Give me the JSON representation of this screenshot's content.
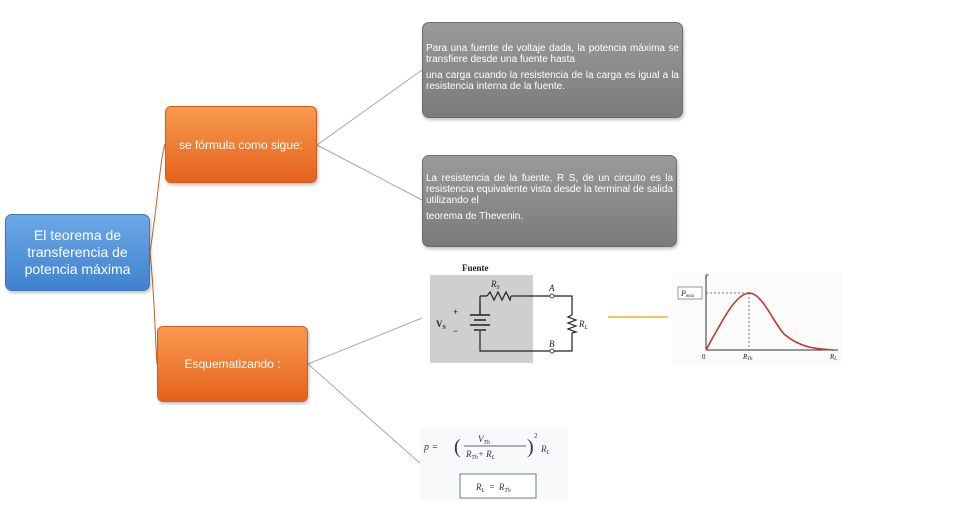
{
  "root": {
    "label": "El teorema de transferencia de potencia máxima"
  },
  "branches": {
    "formula": {
      "label": "se fórmula como sigue:"
    },
    "schema": {
      "label": "Esquematizando :"
    }
  },
  "notes": {
    "note1": {
      "line1": "Para una fuente de voltaje dada, la potencia máxima se transfiere desde una fuente hasta",
      "line2": "una carga cuando la resistencia de la carga es igual a la resistencia interna de la fuente."
    },
    "note2": {
      "line1": "La resistencia de la fuente, R S, de un circuito es la resistencia equivalente vista desde la terminal de salida utilizando el",
      "line2": "teorema de Thevenin."
    }
  },
  "circuit": {
    "title": "Fuente",
    "source_label": "V",
    "source_sub": "S",
    "resistor_label": "R",
    "resistor_sub": "S",
    "terminal_a": "A",
    "terminal_b": "B",
    "load_label": "R",
    "load_sub": "L",
    "plus": "+",
    "minus": "−"
  },
  "plot": {
    "y_axis_label": "P",
    "pmax_label": "P",
    "pmax_sub": "max",
    "origin_label": "0",
    "rth_label": "R",
    "rth_sub": "Th",
    "x_axis_label": "R",
    "x_axis_sub": "L",
    "colors": {
      "curve": "#c0392b",
      "axis": "#333333"
    }
  },
  "equation": {
    "lhs": "p =",
    "numerator": "V",
    "numerator_sub": "Th",
    "denominator": "R",
    "denominator_sub": "Th",
    "denominator_plus": "+ R",
    "denominator_sub2": "L",
    "exponent": "2",
    "trailing": "R",
    "trailing_sub": "L",
    "boxed_lhs": "R",
    "boxed_lhs_sub": "L",
    "boxed_eq": "=",
    "boxed_rhs": "R",
    "boxed_rhs_sub": "Th"
  },
  "colors": {
    "connector": "#a8a8a8",
    "accent_connector": "#c8601f",
    "orange_link": "#f0b020"
  }
}
